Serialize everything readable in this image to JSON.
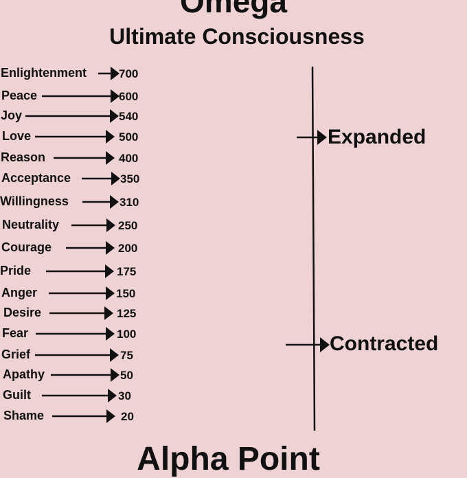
{
  "title": "Omega",
  "subtitle": "Ultimate Consciousness",
  "bottom_title": "Alpha Point",
  "levels": [
    {
      "label": "Enlightenment",
      "value": "700"
    },
    {
      "label": "Peace",
      "value": "600"
    },
    {
      "label": "Joy",
      "value": "540"
    },
    {
      "label": "Love",
      "value": "500"
    },
    {
      "label": "Reason",
      "value": "400"
    },
    {
      "label": "Acceptance",
      "value": "350"
    },
    {
      "label": "Willingness",
      "value": "310"
    },
    {
      "label": "Neutrality",
      "value": "250"
    },
    {
      "label": "Courage",
      "value": "200"
    },
    {
      "label": "Pride",
      "value": "175"
    },
    {
      "label": "Anger",
      "value": "150"
    },
    {
      "label": "Desire",
      "value": "125"
    },
    {
      "label": "Fear",
      "value": "100"
    },
    {
      "label": "Grief",
      "value": "75"
    },
    {
      "label": "Apathy",
      "value": "50"
    },
    {
      "label": "Guilt",
      "value": "30"
    },
    {
      "label": "Shame",
      "value": "20"
    }
  ],
  "states": [
    {
      "label": "Expanded"
    },
    {
      "label": "Contracted"
    }
  ]
}
